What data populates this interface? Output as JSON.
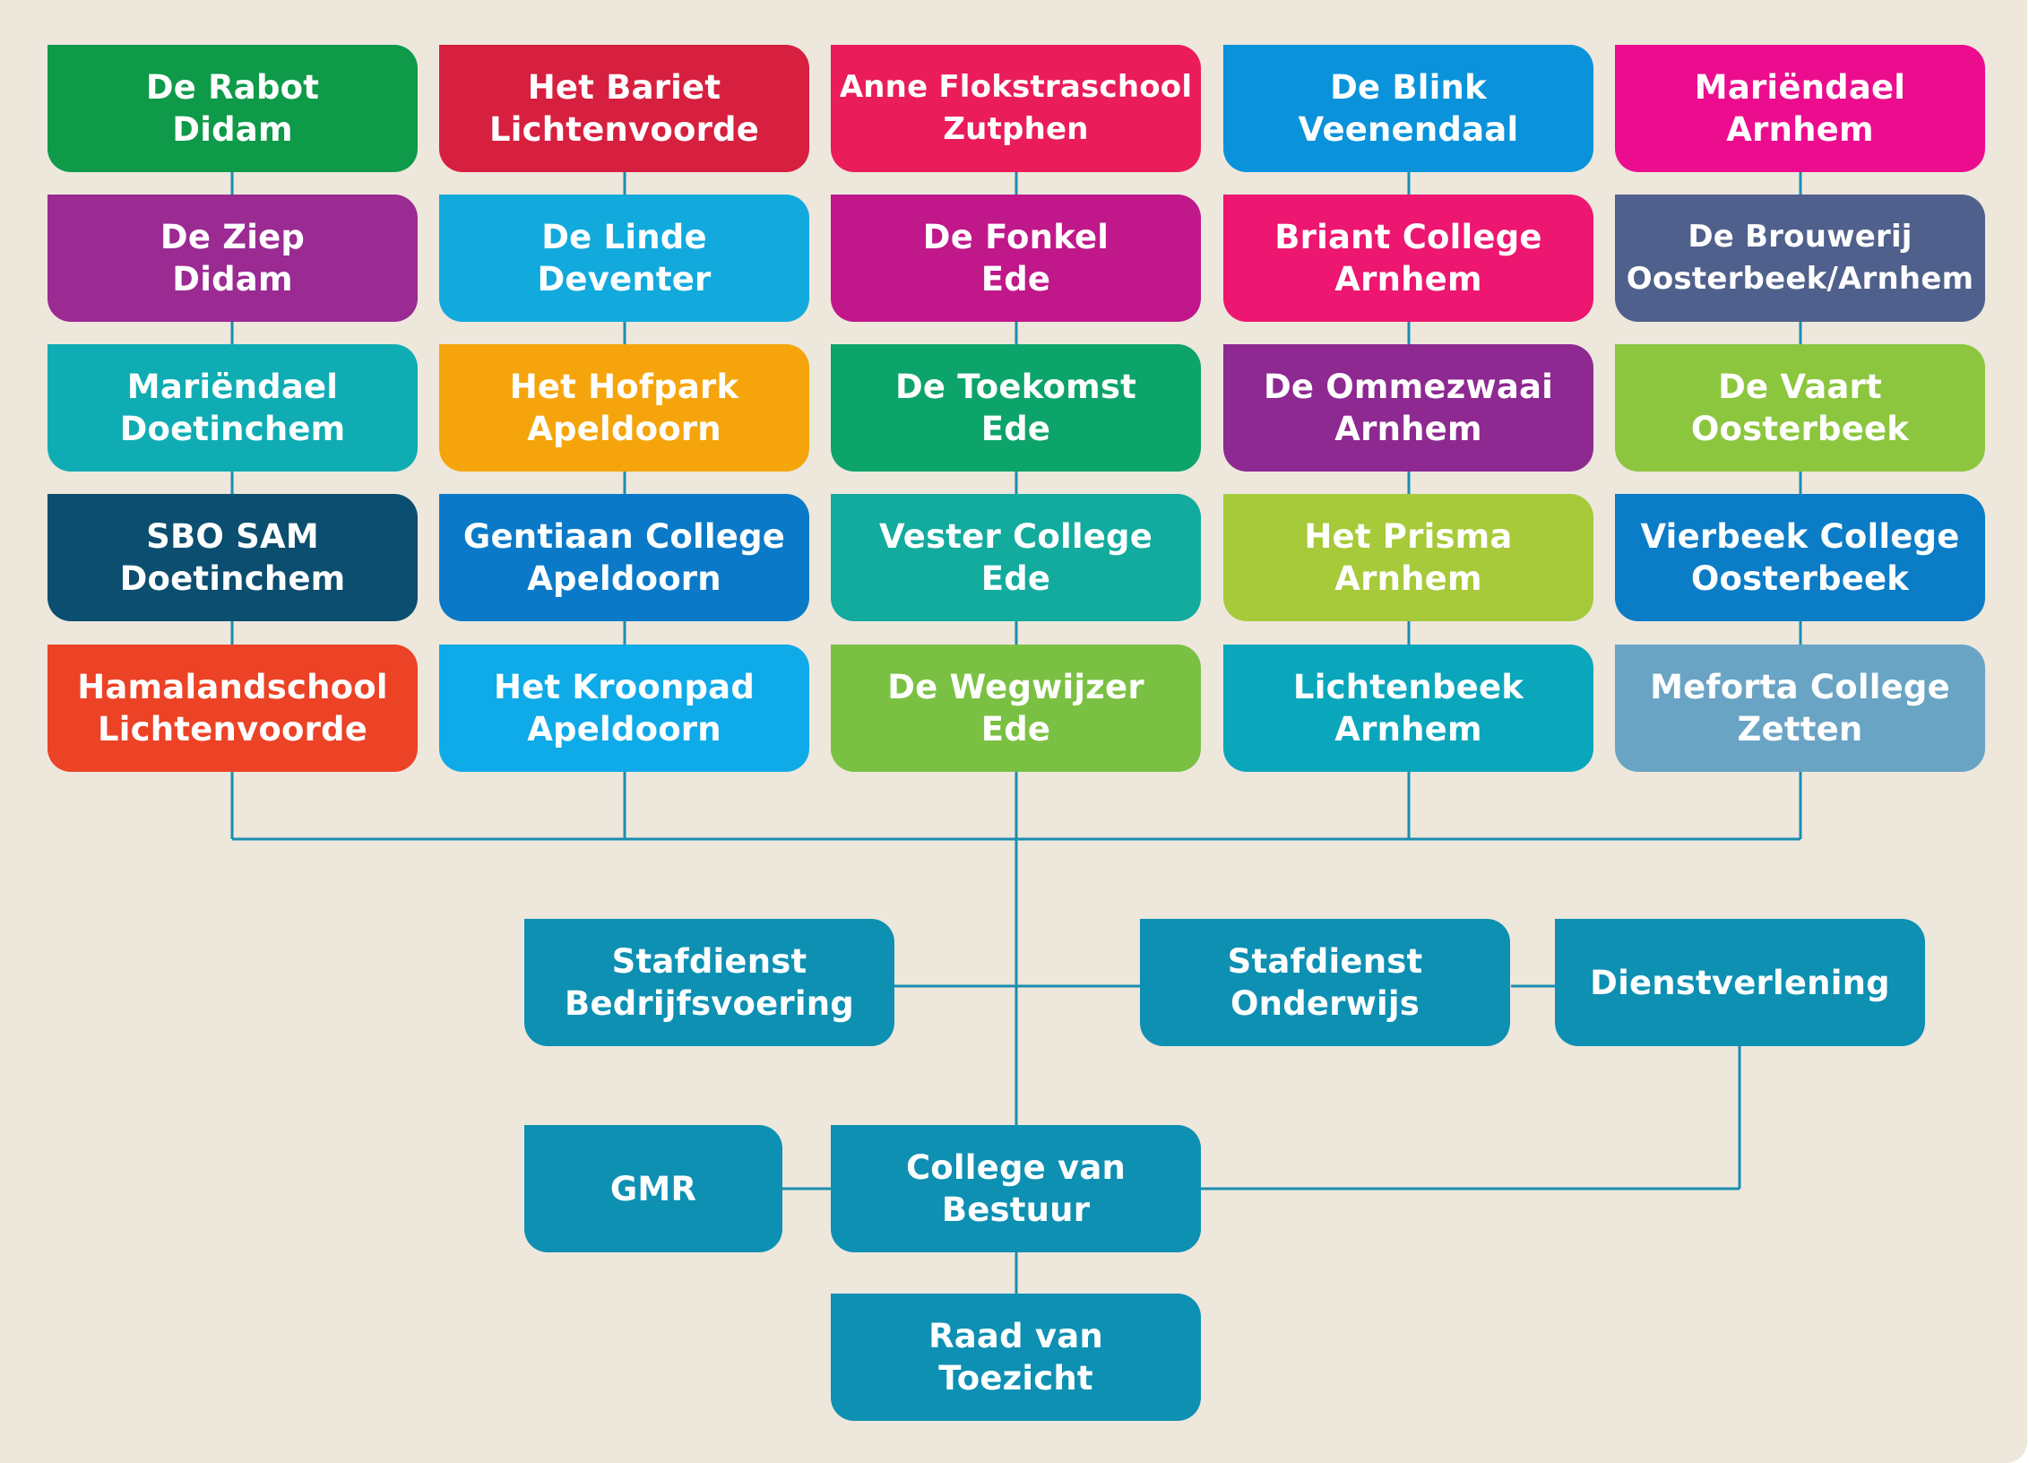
{
  "colors": {
    "background": "#ede7dc",
    "connector": "#1a8db0",
    "governance": "#0e90b3"
  },
  "schools": {
    "rabot": {
      "name": "De Rabot",
      "city": "Didam",
      "color": "#0f9a49"
    },
    "ziep": {
      "name": "De Ziep",
      "city": "Didam",
      "color": "#9b2a93"
    },
    "mariendael_d": {
      "name": "Mariëndael",
      "city": "Doetinchem",
      "color": "#0fadb3"
    },
    "sbo_sam": {
      "name": "SBO SAM",
      "city": "Doetinchem",
      "color": "#0b4e70"
    },
    "hamaland": {
      "name": "Hamalandschool",
      "city": "Lichtenvoorde",
      "color": "#ec4226"
    },
    "bariet": {
      "name": "Het Bariet",
      "city": "Lichtenvoorde",
      "color": "#d71f3f"
    },
    "linde": {
      "name": "De Linde",
      "city": "Deventer",
      "color": "#12aadd"
    },
    "hofpark": {
      "name": "Het Hofpark",
      "city": "Apeldoorn",
      "color": "#f5a50b"
    },
    "gentiaan": {
      "name": "Gentiaan College",
      "city": "Apeldoorn",
      "color": "#0a7ac8"
    },
    "kroonpad": {
      "name": "Het Kroonpad",
      "city": "Apeldoorn",
      "color": "#0faae8"
    },
    "flokstra": {
      "name": "Anne Flokstraschool",
      "city": "Zutphen",
      "color": "#ea1c5a"
    },
    "fonkel": {
      "name": "De Fonkel",
      "city": "Ede",
      "color": "#c0178a"
    },
    "toekomst": {
      "name": "De Toekomst",
      "city": "Ede",
      "color": "#0ca46a"
    },
    "vester": {
      "name": "Vester College",
      "city": "Ede",
      "color": "#12ab9e"
    },
    "wegwijzer": {
      "name": "De Wegwijzer",
      "city": "Ede",
      "color": "#7ac143"
    },
    "blink": {
      "name": "De Blink",
      "city": "Veenendaal",
      "color": "#0a93db"
    },
    "briant": {
      "name": "Briant College",
      "city": "Arnhem",
      "color": "#ed1670"
    },
    "ommezwaai": {
      "name": "De Ommezwaai",
      "city": "Arnhem",
      "color": "#8e2991"
    },
    "prisma": {
      "name": "Het Prisma",
      "city": "Arnhem",
      "color": "#a6ca3a"
    },
    "lichtenbeek": {
      "name": "Lichtenbeek",
      "city": "Arnhem",
      "color": "#0aa7bc"
    },
    "mariendael_a": {
      "name": "Mariëndael",
      "city": "Arnhem",
      "color": "#ec0d8f"
    },
    "brouwerij": {
      "name": "De Brouwerij",
      "city": "Oosterbeek/Arnhem",
      "color": "#50608c"
    },
    "vaart": {
      "name": "De Vaart",
      "city": "Oosterbeek",
      "color": "#8cc63f"
    },
    "vierbeek": {
      "name": "Vierbeek College",
      "city": "Oosterbeek",
      "color": "#0b7cc6"
    },
    "meforta": {
      "name": "Meforta College",
      "city": "Zetten",
      "color": "#6aa4c4"
    }
  },
  "governance": {
    "stafdienst_bedrijf": {
      "line1": "Stafdienst",
      "line2": "Bedrijfsvoering"
    },
    "stafdienst_onderwijs": {
      "line1": "Stafdienst",
      "line2": "Onderwijs"
    },
    "dienstverlening": {
      "line1": "Dienstverlening"
    },
    "gmr": {
      "line1": "GMR"
    },
    "cvb": {
      "line1": "College van",
      "line2": "Bestuur"
    },
    "rvt": {
      "line1": "Raad van",
      "line2": "Toezicht"
    }
  }
}
